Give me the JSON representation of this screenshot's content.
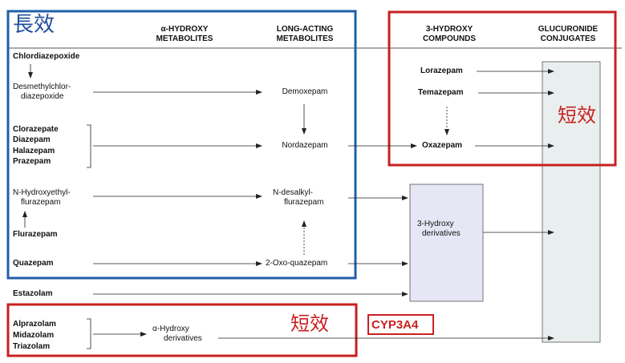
{
  "headers": {
    "alpha_hydroxy": [
      "α-HYDROXY",
      "METABOLITES"
    ],
    "long_acting": [
      "LONG-ACTING",
      "METABOLITES"
    ],
    "three_hydroxy": [
      "3-HYDROXY",
      "COMPOUNDS"
    ],
    "glucuronide": [
      "GLUCURONIDE",
      "CONJUGATES"
    ]
  },
  "annotations": {
    "long_acting_kanji": "長效",
    "short_acting_kanji_top": "短效",
    "short_acting_kanji_bottom": "短效",
    "enzyme": "CYP3A4"
  },
  "drugs": {
    "chlordiazepoxide": "Chlordiazepoxide",
    "desmethylchlordiazepoxide": [
      "Desmethylchlor-",
      "diazepoxide"
    ],
    "clorazepate": "Clorazepate",
    "diazepam": "Diazepam",
    "halazepam": "Halazepam",
    "prazepam": "Prazepam",
    "n_hydroxyethylflurazepam": [
      "N-Hydroxyethyl-",
      "flurazepam"
    ],
    "flurazepam": "Flurazepam",
    "quazepam": "Quazepam",
    "estazolam": "Estazolam",
    "alprazolam": "Alprazolam",
    "midazolam": "Midazolam",
    "triazolam": "Triazolam"
  },
  "metabolites": {
    "demoxepam": "Demoxepam",
    "nordazepam": "Nordazepam",
    "n_desalkylflurazepam": [
      "N-desalkyl-",
      "flurazepam"
    ],
    "two_oxo_quazepam": "2-Oxo-quazepam",
    "alpha_hydroxy_derivatives": [
      "α-Hydroxy",
      "derivatives"
    ],
    "three_hydroxy_derivatives": [
      "3-Hydroxy",
      "derivatives"
    ]
  },
  "three_hydroxy_compounds": {
    "lorazepam": "Lorazepam",
    "temazepam": "Temazepam",
    "oxazepam": "Oxazepam"
  },
  "colors": {
    "blue_box": "#1f5fa8",
    "red_box": "#c8201f",
    "lavender_box": "#e6e6f4",
    "glucuronide_box": "#e9efee",
    "arrow": "#222222"
  }
}
